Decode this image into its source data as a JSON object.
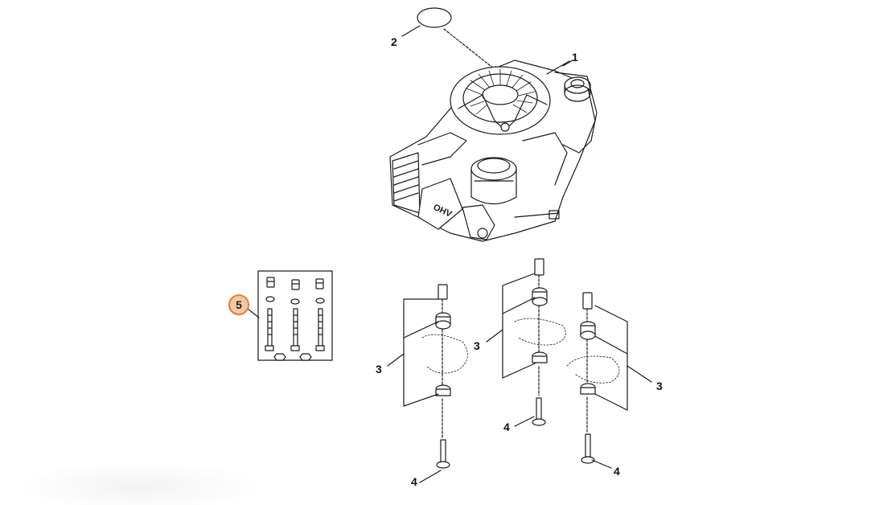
{
  "callouts": {
    "c1": "1",
    "c2": "2",
    "c3a": "3",
    "c3b": "3",
    "c3c": "3",
    "c4a": "4",
    "c4b": "4",
    "c4c": "4",
    "c5": "5"
  },
  "engine_label": "OHV",
  "colors": {
    "highlight_fill": "#f6c8a4",
    "highlight_border": "#e0803a",
    "line": "#1a1a1a"
  }
}
